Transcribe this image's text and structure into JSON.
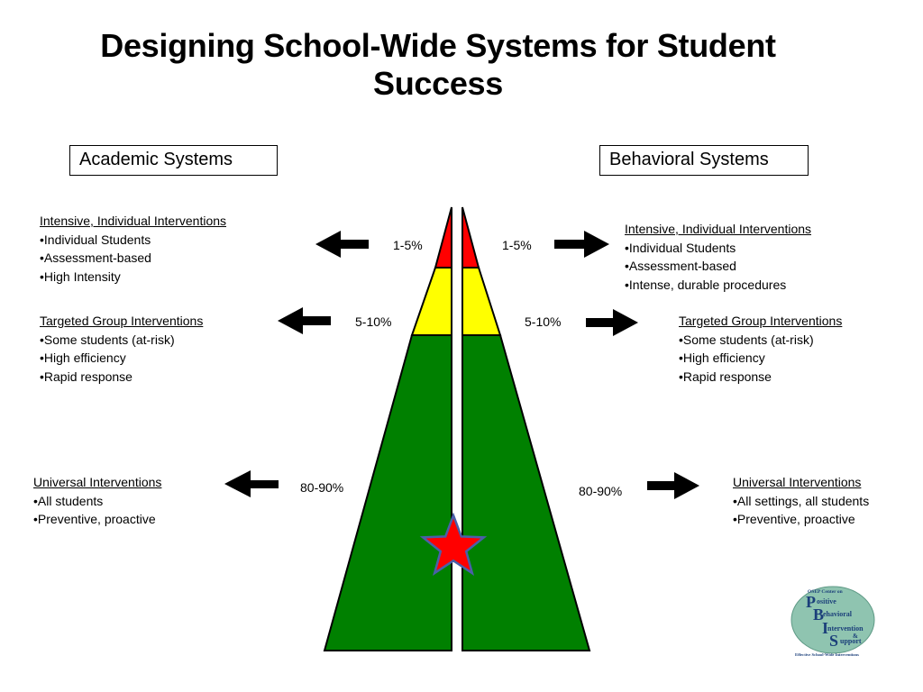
{
  "title_line1": "Designing School-Wide Systems for Student",
  "title_line2": "Success",
  "academic": {
    "box_label": "Academic Systems",
    "tiers": [
      {
        "heading": "Intensive, Individual Interventions",
        "bullets": [
          "•Individual Students",
          "•Assessment-based",
          "•High Intensity"
        ],
        "percent": "1-5%"
      },
      {
        "heading": "Targeted Group Interventions",
        "bullets": [
          "•Some students (at-risk)",
          "•High efficiency",
          "•Rapid response"
        ],
        "percent": "5-10%"
      },
      {
        "heading": "Universal Interventions",
        "bullets": [
          "•All students",
          "•Preventive,  proactive"
        ],
        "percent": "80-90%"
      }
    ]
  },
  "behavioral": {
    "box_label": "Behavioral Systems",
    "tiers": [
      {
        "heading": "Intensive, Individual Interventions",
        "bullets": [
          "•Individual Students",
          "•Assessment-based",
          "•Intense, durable procedures"
        ],
        "percent": "1-5%"
      },
      {
        "heading": "Targeted Group Interventions",
        "bullets": [
          "•Some students (at-risk)",
          "•High efficiency",
          "•Rapid response"
        ],
        "percent": "5-10%"
      },
      {
        "heading": "Universal Interventions",
        "bullets": [
          "•All settings, all students",
          "•Preventive,  proactive"
        ],
        "percent": "80-90%"
      }
    ]
  },
  "colors": {
    "tier_intensive": "#ff0000",
    "tier_targeted": "#ffff00",
    "tier_universal": "#008000",
    "star_fill": "#ff0000",
    "star_stroke": "#4a5fa8",
    "logo_fill": "#8fc4b0",
    "logo_text": "#1b3f7a"
  },
  "logo": {
    "top_text": "OSEP Center on",
    "words": [
      "ositive",
      "ehavioral",
      "ntervention",
      "upport"
    ],
    "initials": [
      "P",
      "B",
      "I",
      "S"
    ],
    "ampersand": "&",
    "tagline": "Effective School-Wide Interventions"
  }
}
